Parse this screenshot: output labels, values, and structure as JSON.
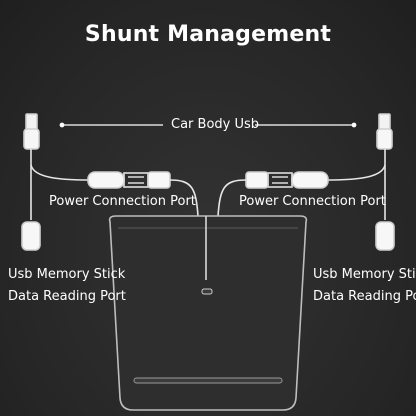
{
  "title": "Shunt Management",
  "labels": {
    "car_body_usb": "Car Body Usb",
    "power_port_left": "Power Connection Port",
    "power_port_right": "Power Connection Port",
    "usb_left_line1": "Usb Memory Stick",
    "usb_left_line2": "Data Reading Port",
    "usb_right_line1": "Usb Memory Stick",
    "usb_right_line2": "Data Reading Port"
  },
  "colors": {
    "background": "#2b2b2b",
    "text": "#ffffff",
    "line": "#e6e6e6"
  }
}
